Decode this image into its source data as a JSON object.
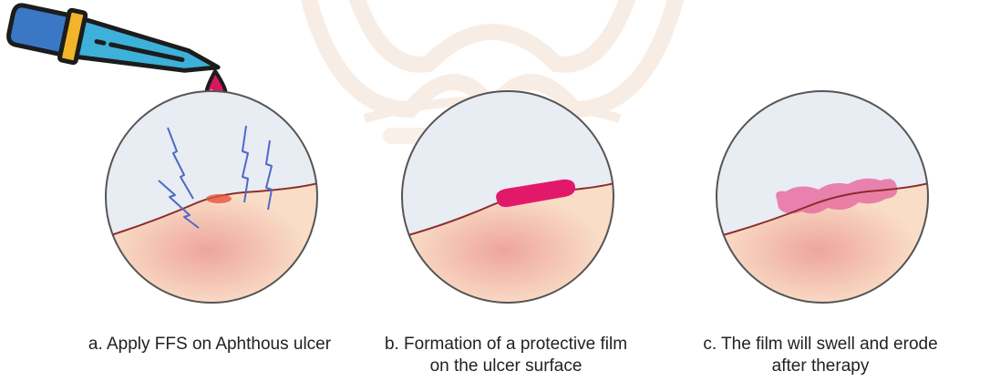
{
  "colors": {
    "tissue": "#f9ddc6",
    "tissue_inner": "#f2b2a8",
    "mucosa": "#e8ecf3",
    "ulcer_line": "#8c2b2b",
    "circle_outline": "#555555",
    "film_pink": "#e2196b",
    "film_swollen": "#e86fa0",
    "ulcer_red": "#e7533c",
    "nerve_blue": "#4c6ac5",
    "dropper_body": "#3db1d9",
    "dropper_bulb": "#3a78c6",
    "dropper_band": "#f2b42a",
    "outline_dark": "#1c1c1c",
    "drop_pink": "#d6185f"
  },
  "icons": {
    "dropper": "dropper-icon",
    "nerve_pain": "lightning-icon"
  },
  "panels": [
    {
      "id": "a",
      "caption_lines": [
        "a. Apply FFS on Aphthous ulcer"
      ]
    },
    {
      "id": "b",
      "caption_lines": [
        "b. Formation of a protective film",
        "on the ulcer surface"
      ]
    },
    {
      "id": "c",
      "caption_lines": [
        "c. The film will swell and erode",
        "after therapy"
      ]
    }
  ]
}
